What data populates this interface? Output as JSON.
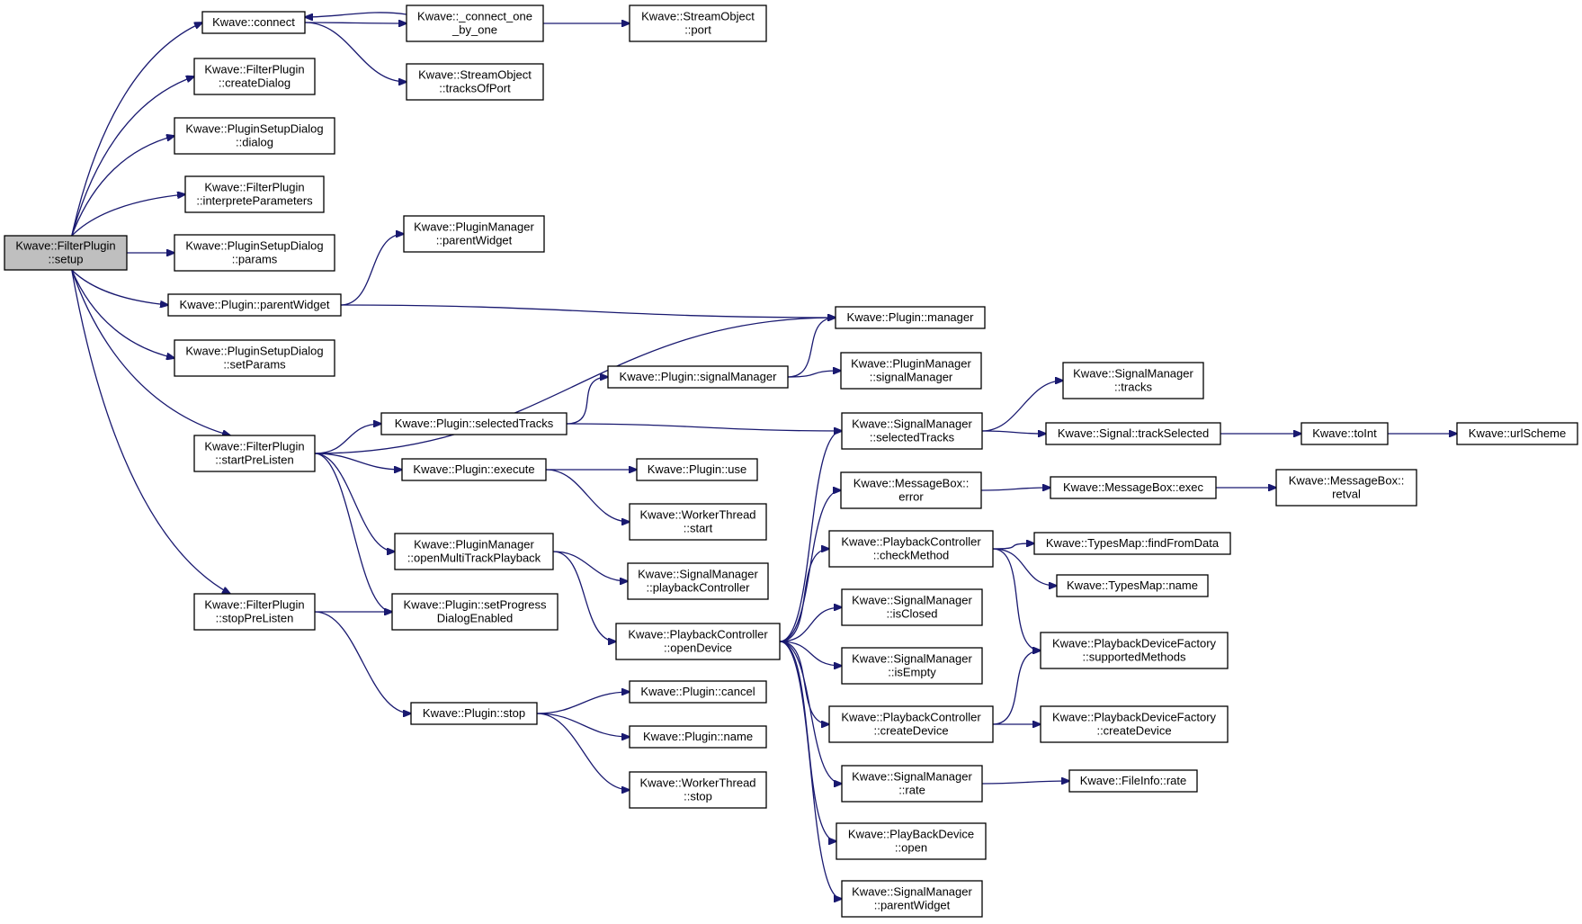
{
  "diagram": {
    "type": "call-graph",
    "edge_color": "#191970",
    "root_fill": "#bfbfbf",
    "nodes": [
      {
        "id": "setup",
        "lines": [
          "Kwave::FilterPlugin",
          "::setup"
        ],
        "root": true
      },
      {
        "id": "connect",
        "lines": [
          "Kwave::connect"
        ]
      },
      {
        "id": "connect_one",
        "lines": [
          "Kwave::_connect_one",
          "_by_one"
        ]
      },
      {
        "id": "so_port",
        "lines": [
          "Kwave::StreamObject",
          "::port"
        ]
      },
      {
        "id": "so_tracksOfPort",
        "lines": [
          "Kwave::StreamObject",
          "::tracksOfPort"
        ]
      },
      {
        "id": "fp_createDialog",
        "lines": [
          "Kwave::FilterPlugin",
          "::createDialog"
        ]
      },
      {
        "id": "psd_dialog",
        "lines": [
          "Kwave::PluginSetupDialog",
          "::dialog"
        ]
      },
      {
        "id": "fp_interprete",
        "lines": [
          "Kwave::FilterPlugin",
          "::interpreteParameters"
        ]
      },
      {
        "id": "psd_params",
        "lines": [
          "Kwave::PluginSetupDialog",
          "::params"
        ]
      },
      {
        "id": "pm_parentWidget",
        "lines": [
          "Kwave::PluginManager",
          "::parentWidget"
        ]
      },
      {
        "id": "p_parentWidget",
        "lines": [
          "Kwave::Plugin::parentWidget"
        ]
      },
      {
        "id": "p_manager",
        "lines": [
          "Kwave::Plugin::manager"
        ]
      },
      {
        "id": "psd_setParams",
        "lines": [
          "Kwave::PluginSetupDialog",
          "::setParams"
        ]
      },
      {
        "id": "p_signalManager",
        "lines": [
          "Kwave::Plugin::signalManager"
        ]
      },
      {
        "id": "pm_signalManager",
        "lines": [
          "Kwave::PluginManager",
          "::signalManager"
        ]
      },
      {
        "id": "sm_tracks",
        "lines": [
          "Kwave::SignalManager",
          "::tracks"
        ]
      },
      {
        "id": "fp_startPreListen",
        "lines": [
          "Kwave::FilterPlugin",
          "::startPreListen"
        ]
      },
      {
        "id": "p_selectedTracks",
        "lines": [
          "Kwave::Plugin::selectedTracks"
        ]
      },
      {
        "id": "sm_selectedTracks",
        "lines": [
          "Kwave::SignalManager",
          "::selectedTracks"
        ]
      },
      {
        "id": "sig_trackSelected",
        "lines": [
          "Kwave::Signal::trackSelected"
        ]
      },
      {
        "id": "toInt",
        "lines": [
          "Kwave::toInt"
        ]
      },
      {
        "id": "urlScheme",
        "lines": [
          "Kwave::urlScheme"
        ]
      },
      {
        "id": "p_execute",
        "lines": [
          "Kwave::Plugin::execute"
        ]
      },
      {
        "id": "p_use",
        "lines": [
          "Kwave::Plugin::use"
        ]
      },
      {
        "id": "mb_error",
        "lines": [
          "Kwave::MessageBox::",
          "error"
        ]
      },
      {
        "id": "mb_exec",
        "lines": [
          "Kwave::MessageBox::exec"
        ]
      },
      {
        "id": "mb_retval",
        "lines": [
          "Kwave::MessageBox::",
          "retval"
        ]
      },
      {
        "id": "wt_start",
        "lines": [
          "Kwave::WorkerThread",
          "::start"
        ]
      },
      {
        "id": "pm_openMulti",
        "lines": [
          "Kwave::PluginManager",
          "::openMultiTrackPlayback"
        ]
      },
      {
        "id": "pc_checkMethod",
        "lines": [
          "Kwave::PlaybackController",
          "::checkMethod"
        ]
      },
      {
        "id": "tm_findFromData",
        "lines": [
          "Kwave::TypesMap::findFromData"
        ]
      },
      {
        "id": "sm_playbackController",
        "lines": [
          "Kwave::SignalManager",
          "::playbackController"
        ]
      },
      {
        "id": "tm_name",
        "lines": [
          "Kwave::TypesMap::name"
        ]
      },
      {
        "id": "fp_stopPreListen",
        "lines": [
          "Kwave::FilterPlugin",
          "::stopPreListen"
        ]
      },
      {
        "id": "p_setProgress",
        "lines": [
          "Kwave::Plugin::setProgress",
          "DialogEnabled"
        ]
      },
      {
        "id": "sm_isClosed",
        "lines": [
          "Kwave::SignalManager",
          "::isClosed"
        ]
      },
      {
        "id": "pc_openDevice",
        "lines": [
          "Kwave::PlaybackController",
          "::openDevice"
        ]
      },
      {
        "id": "pdf_supportedMethods",
        "lines": [
          "Kwave::PlaybackDeviceFactory",
          "::supportedMethods"
        ]
      },
      {
        "id": "sm_isEmpty",
        "lines": [
          "Kwave::SignalManager",
          "::isEmpty"
        ]
      },
      {
        "id": "p_cancel",
        "lines": [
          "Kwave::Plugin::cancel"
        ]
      },
      {
        "id": "p_stop",
        "lines": [
          "Kwave::Plugin::stop"
        ]
      },
      {
        "id": "pc_createDevice",
        "lines": [
          "Kwave::PlaybackController",
          "::createDevice"
        ]
      },
      {
        "id": "pdf_createDevice",
        "lines": [
          "Kwave::PlaybackDeviceFactory",
          "::createDevice"
        ]
      },
      {
        "id": "p_name",
        "lines": [
          "Kwave::Plugin::name"
        ]
      },
      {
        "id": "sm_rate",
        "lines": [
          "Kwave::SignalManager",
          "::rate"
        ]
      },
      {
        "id": "fi_rate",
        "lines": [
          "Kwave::FileInfo::rate"
        ]
      },
      {
        "id": "wt_stop",
        "lines": [
          "Kwave::WorkerThread",
          "::stop"
        ]
      },
      {
        "id": "pbd_open",
        "lines": [
          "Kwave::PlayBackDevice",
          "::open"
        ]
      },
      {
        "id": "sm_parentWidget",
        "lines": [
          "Kwave::SignalManager",
          "::parentWidget"
        ]
      }
    ],
    "edges": [
      {
        "from": "setup",
        "to": "connect"
      },
      {
        "from": "setup",
        "to": "fp_createDialog"
      },
      {
        "from": "setup",
        "to": "psd_dialog"
      },
      {
        "from": "setup",
        "to": "fp_interprete"
      },
      {
        "from": "setup",
        "to": "psd_params"
      },
      {
        "from": "setup",
        "to": "p_parentWidget"
      },
      {
        "from": "setup",
        "to": "psd_setParams"
      },
      {
        "from": "setup",
        "to": "fp_startPreListen"
      },
      {
        "from": "setup",
        "to": "fp_stopPreListen"
      },
      {
        "from": "connect",
        "to": "connect_one"
      },
      {
        "from": "connect",
        "to": "so_tracksOfPort"
      },
      {
        "from": "connect_one",
        "to": "connect"
      },
      {
        "from": "connect_one",
        "to": "so_port"
      },
      {
        "from": "p_parentWidget",
        "to": "pm_parentWidget"
      },
      {
        "from": "p_parentWidget",
        "to": "p_manager"
      },
      {
        "from": "fp_startPreListen",
        "to": "p_manager"
      },
      {
        "from": "fp_startPreListen",
        "to": "p_selectedTracks"
      },
      {
        "from": "fp_startPreListen",
        "to": "p_execute"
      },
      {
        "from": "fp_startPreListen",
        "to": "pm_openMulti"
      },
      {
        "from": "fp_startPreListen",
        "to": "p_setProgress"
      },
      {
        "from": "p_selectedTracks",
        "to": "p_signalManager"
      },
      {
        "from": "p_selectedTracks",
        "to": "sm_selectedTracks"
      },
      {
        "from": "p_signalManager",
        "to": "p_manager"
      },
      {
        "from": "p_signalManager",
        "to": "pm_signalManager"
      },
      {
        "from": "sm_selectedTracks",
        "to": "sm_tracks"
      },
      {
        "from": "sm_selectedTracks",
        "to": "sig_trackSelected"
      },
      {
        "from": "sig_trackSelected",
        "to": "toInt"
      },
      {
        "from": "toInt",
        "to": "urlScheme"
      },
      {
        "from": "p_execute",
        "to": "p_use"
      },
      {
        "from": "p_execute",
        "to": "wt_start"
      },
      {
        "from": "pm_openMulti",
        "to": "sm_playbackController"
      },
      {
        "from": "pm_openMulti",
        "to": "pc_openDevice"
      },
      {
        "from": "fp_stopPreListen",
        "to": "p_setProgress"
      },
      {
        "from": "fp_stopPreListen",
        "to": "p_stop"
      },
      {
        "from": "mb_error",
        "to": "mb_exec"
      },
      {
        "from": "mb_exec",
        "to": "mb_retval"
      },
      {
        "from": "pc_checkMethod",
        "to": "tm_findFromData"
      },
      {
        "from": "pc_checkMethod",
        "to": "tm_name"
      },
      {
        "from": "pc_checkMethod",
        "to": "pdf_supportedMethods"
      },
      {
        "from": "pc_openDevice",
        "to": "sm_selectedTracks"
      },
      {
        "from": "pc_openDevice",
        "to": "mb_error"
      },
      {
        "from": "pc_openDevice",
        "to": "pc_checkMethod"
      },
      {
        "from": "pc_openDevice",
        "to": "sm_isClosed"
      },
      {
        "from": "pc_openDevice",
        "to": "sm_isEmpty"
      },
      {
        "from": "pc_openDevice",
        "to": "pc_createDevice"
      },
      {
        "from": "pc_openDevice",
        "to": "sm_rate"
      },
      {
        "from": "pc_openDevice",
        "to": "pbd_open"
      },
      {
        "from": "pc_openDevice",
        "to": "sm_parentWidget"
      },
      {
        "from": "pc_createDevice",
        "to": "pdf_supportedMethods"
      },
      {
        "from": "pc_createDevice",
        "to": "pdf_createDevice"
      },
      {
        "from": "sm_rate",
        "to": "fi_rate"
      },
      {
        "from": "p_stop",
        "to": "p_cancel"
      },
      {
        "from": "p_stop",
        "to": "p_name"
      },
      {
        "from": "p_stop",
        "to": "wt_stop"
      }
    ]
  }
}
